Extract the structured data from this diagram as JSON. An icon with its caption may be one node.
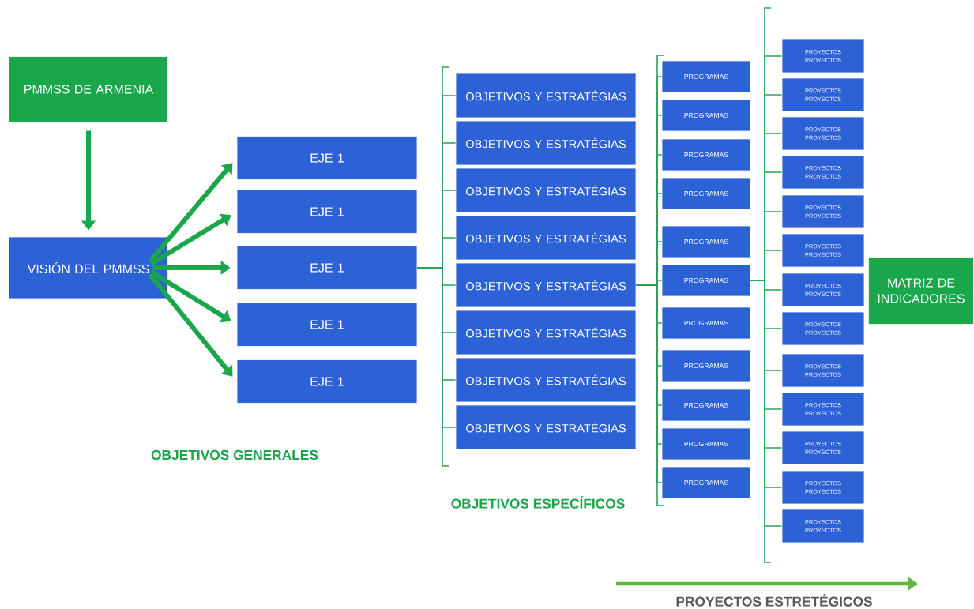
{
  "diagram": {
    "nodes": [
      {
        "text": [
          "PMMSS DE ARMENIA"
        ]
      },
      {
        "text": [
          "VISIÓN DEL PMMSS"
        ]
      },
      {
        "text": [
          "EJE 1"
        ]
      },
      {
        "text": [
          "EJE 1"
        ]
      },
      {
        "text": [
          "EJE 1"
        ]
      },
      {
        "text": [
          "EJE 1"
        ]
      },
      {
        "text": [
          "EJE 1"
        ]
      },
      {
        "text": [
          "OBJETIVOS Y ESTRATÉGIAS"
        ]
      },
      {
        "text": [
          "OBJETIVOS Y ESTRATÉGIAS"
        ]
      },
      {
        "text": [
          "OBJETIVOS Y ESTRATÉGIAS"
        ]
      },
      {
        "text": [
          "OBJETIVOS Y ESTRATÉGIAS"
        ]
      },
      {
        "text": [
          "OBJETIVOS Y ESTRATÉGIAS"
        ]
      },
      {
        "text": [
          "OBJETIVOS Y ESTRATÉGIAS"
        ]
      },
      {
        "text": [
          "OBJETIVOS Y ESTRATÉGIAS"
        ]
      },
      {
        "text": [
          "OBJETIVOS Y ESTRATÉGIAS"
        ]
      },
      {
        "text": [
          "PROGRAMAS"
        ]
      },
      {
        "text": [
          "PROGRAMAS"
        ]
      },
      {
        "text": [
          "PROGRAMAS"
        ]
      },
      {
        "text": [
          "PROGRAMAS"
        ]
      },
      {
        "text": [
          "PROGRAMAS"
        ]
      },
      {
        "text": [
          "PROGRAMAS"
        ]
      },
      {
        "text": [
          "PROGRAMAS"
        ]
      },
      {
        "text": [
          "PROGRAMAS"
        ]
      },
      {
        "text": [
          "PROGRAMAS"
        ]
      },
      {
        "text": [
          "PROGRAMAS"
        ]
      },
      {
        "text": [
          "PROGRAMAS"
        ]
      },
      {
        "text": [
          "PROYECTOS",
          "PROYECTOS"
        ]
      },
      {
        "text": [
          "PROYECTOS",
          "PROYECTOS"
        ]
      },
      {
        "text": [
          "PROYECTOS",
          "PROYECTOS"
        ]
      },
      {
        "text": [
          "PROYECTOS",
          "PROYECTOS"
        ]
      },
      {
        "text": [
          "PROYECTOS",
          "PROYECTOS"
        ]
      },
      {
        "text": [
          "PROYECTOS",
          "PROYECTOS"
        ]
      },
      {
        "text": [
          "PROYECTOS",
          "PROYECTOS"
        ]
      },
      {
        "text": [
          "PROYECTOS",
          "PROYECTOS"
        ]
      },
      {
        "text": [
          "PROYECTOS",
          "PROYECTOS"
        ]
      },
      {
        "text": [
          "PROYECTOS",
          "PROYECTOS"
        ]
      },
      {
        "text": [
          "PROYECTOS",
          "PROYECTOS"
        ]
      },
      {
        "text": [
          "PROYECTOS",
          "PROYECTOS"
        ]
      },
      {
        "text": [
          "PROYECTOS",
          "PROYECTOS"
        ]
      },
      {
        "text": [
          "MATRIZ DE INDICADORES"
        ]
      }
    ],
    "edges": [
      {
        "from": 0,
        "to": 1,
        "arrow": "to",
        "style": "thick"
      },
      {
        "from": 1,
        "to": 2,
        "arrow": "to",
        "style": "thick"
      },
      {
        "from": 1,
        "to": 3,
        "arrow": "to",
        "style": "thick"
      },
      {
        "from": 1,
        "to": 4,
        "arrow": "to",
        "style": "thick"
      },
      {
        "from": 1,
        "to": 5,
        "arrow": "to",
        "style": "thick"
      },
      {
        "from": 1,
        "to": 6,
        "arrow": "to",
        "style": "thick"
      },
      {
        "from": 4,
        "to": 7,
        "arrow": "none"
      },
      {
        "from": 4,
        "to": 8,
        "arrow": "none"
      },
      {
        "from": 4,
        "to": 9,
        "arrow": "none"
      },
      {
        "from": 4,
        "to": 10,
        "arrow": "none"
      },
      {
        "from": 4,
        "to": 11,
        "arrow": "none"
      },
      {
        "from": 4,
        "to": 12,
        "arrow": "none"
      },
      {
        "from": 4,
        "to": 13,
        "arrow": "none"
      },
      {
        "from": 4,
        "to": 14,
        "arrow": "none"
      },
      {
        "from": 11,
        "to": 15,
        "arrow": "none"
      },
      {
        "from": 11,
        "to": 16,
        "arrow": "none"
      },
      {
        "from": 11,
        "to": 17,
        "arrow": "none"
      },
      {
        "from": 11,
        "to": 18,
        "arrow": "none"
      },
      {
        "from": 11,
        "to": 19,
        "arrow": "none"
      },
      {
        "from": 11,
        "to": 20,
        "arrow": "none"
      },
      {
        "from": 11,
        "to": 21,
        "arrow": "none"
      },
      {
        "from": 11,
        "to": 22,
        "arrow": "none"
      },
      {
        "from": 11,
        "to": 23,
        "arrow": "none"
      },
      {
        "from": 11,
        "to": 24,
        "arrow": "none"
      },
      {
        "from": 11,
        "to": 25,
        "arrow": "none"
      },
      {
        "from": 20,
        "to": 26,
        "arrow": "none"
      },
      {
        "from": 20,
        "to": 27,
        "arrow": "none"
      },
      {
        "from": 20,
        "to": 28,
        "arrow": "none"
      },
      {
        "from": 20,
        "to": 29,
        "arrow": "none"
      },
      {
        "from": 20,
        "to": 30,
        "arrow": "none"
      },
      {
        "from": 20,
        "to": 31,
        "arrow": "none"
      },
      {
        "from": 20,
        "to": 32,
        "arrow": "none"
      },
      {
        "from": 20,
        "to": 33,
        "arrow": "none"
      },
      {
        "from": 20,
        "to": 34,
        "arrow": "none"
      },
      {
        "from": 20,
        "to": 35,
        "arrow": "none"
      },
      {
        "from": 20,
        "to": 36,
        "arrow": "none"
      },
      {
        "from": 20,
        "to": 37,
        "arrow": "none"
      },
      {
        "from": 20,
        "to": 38,
        "arrow": "none"
      }
    ],
    "labels": [
      "OBJETIVOS GENERALES",
      "OBJETIVOS ESPECÍFICOS",
      "PROYECTOS ESTRETÉGICOS"
    ]
  }
}
